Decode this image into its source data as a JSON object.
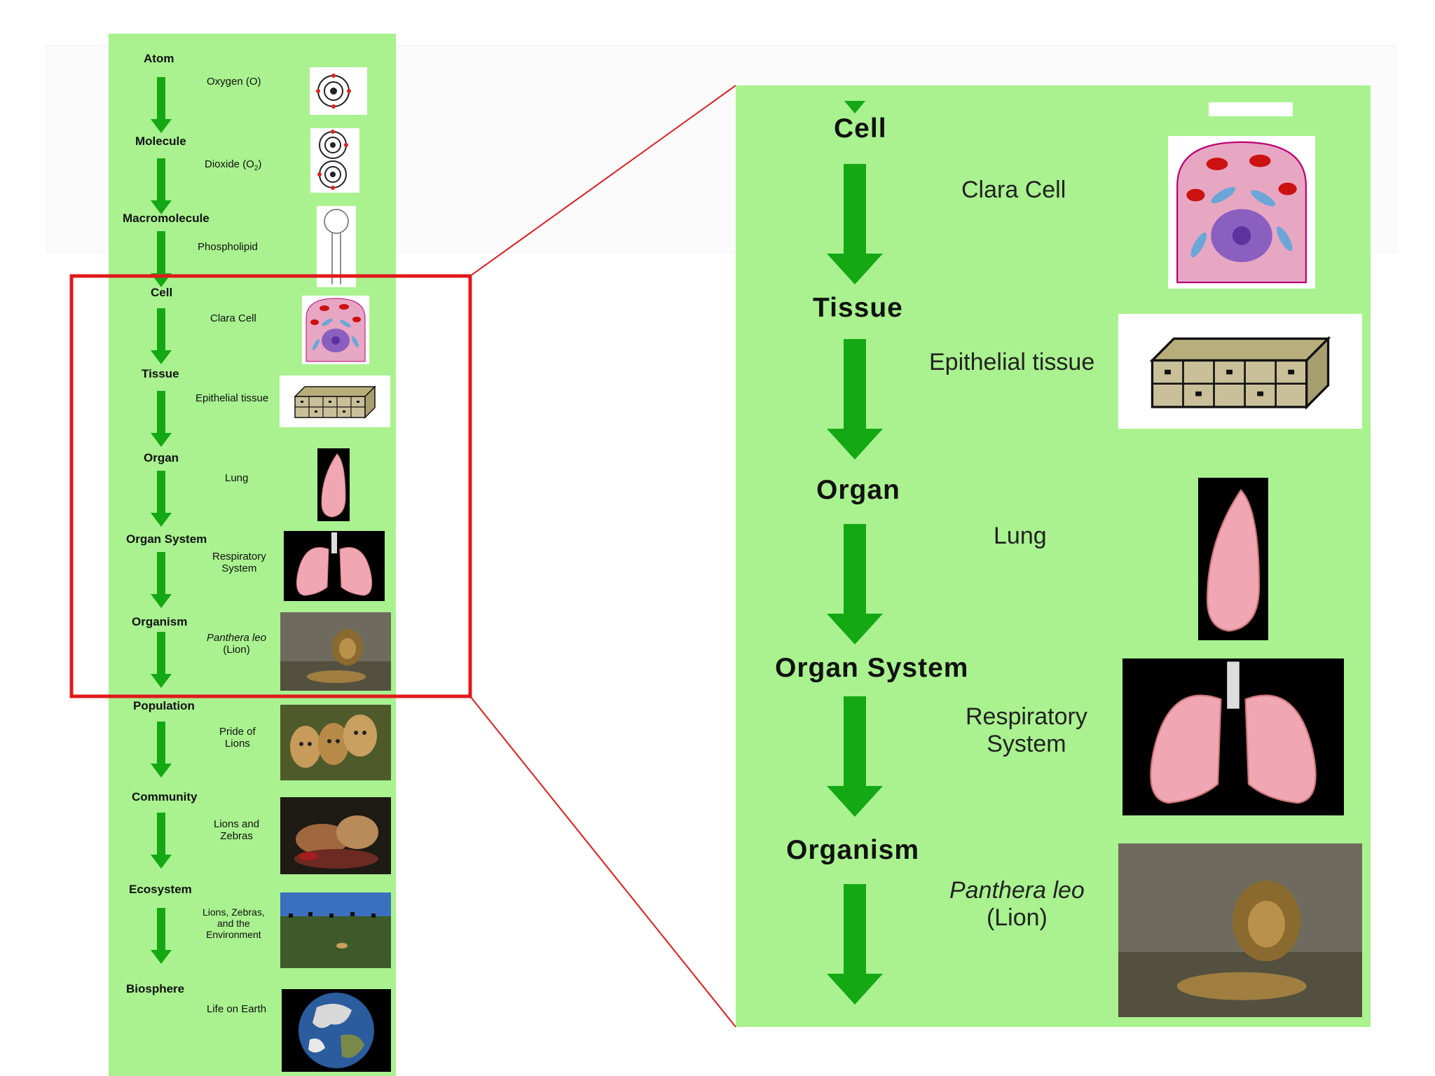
{
  "levels": [
    {
      "name": "Atom",
      "example": "Oxygen  (O)",
      "icon": "oxygen-atom-icon"
    },
    {
      "name": "Molecule",
      "example": "Dioxide  (O",
      "example_sub": "2",
      "example_after": ")",
      "icon": "dioxide-molecule-icon"
    },
    {
      "name": "Macromolecule",
      "example": "Phospholipid",
      "icon": "phospholipid-icon"
    },
    {
      "name": "Cell",
      "example": "Clara Cell",
      "icon": "clara-cell-icon"
    },
    {
      "name": "Tissue",
      "example": "Epithelial tissue",
      "icon": "epithelial-tissue-icon"
    },
    {
      "name": "Organ",
      "example": "Lung",
      "icon": "lung-icon"
    },
    {
      "name": "Organ System",
      "example": "Respiratory",
      "example2": "System",
      "icon": "respiratory-system-icon"
    },
    {
      "name": "Organism",
      "example": "Panthera leo",
      "example2": "(Lion)",
      "icon": "lion-photo-icon"
    },
    {
      "name": "Population",
      "example": "Pride of",
      "example2": "Lions",
      "icon": "pride-of-lions-photo-icon"
    },
    {
      "name": "Community",
      "example": "Lions and",
      "example2": "Zebras",
      "icon": "lions-zebras-photo-icon"
    },
    {
      "name": "Ecosystem",
      "example": "Lions, Zebras,",
      "example2": "and the",
      "example3": "Environment",
      "icon": "savanna-photo-icon"
    },
    {
      "name": "Biosphere",
      "example": "Life on Earth",
      "icon": "earth-photo-icon"
    }
  ],
  "colors": {
    "panel": "#a9f28f",
    "arrow": "#14a814",
    "highlight": "#e0191b",
    "connector": "#e0191b"
  }
}
